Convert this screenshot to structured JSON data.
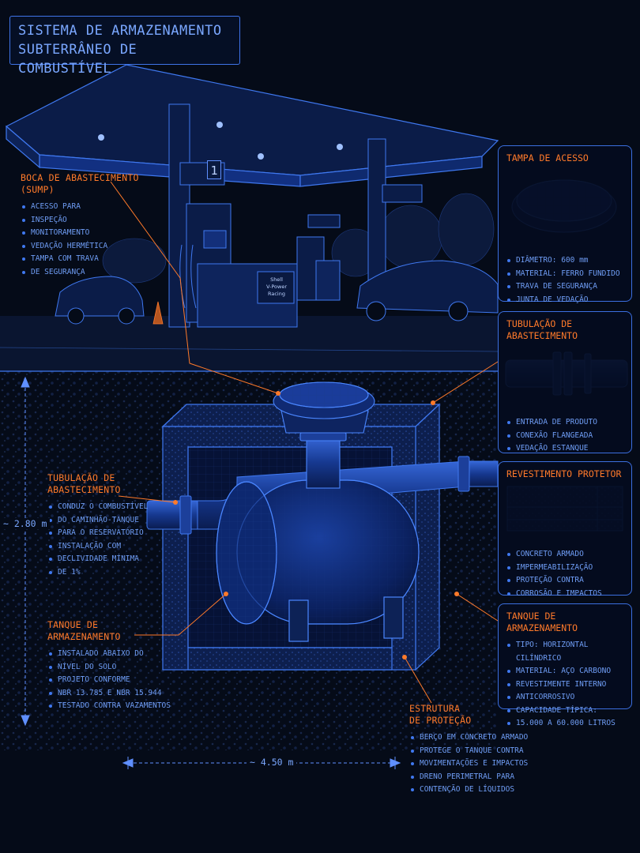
{
  "title": {
    "line1": "SISTEMA DE ARMAZENAMENTO",
    "line2": "SUBTERRÂNEO DE COMBUSTÍVEL"
  },
  "station": {
    "pump_number": "1",
    "brand_lines": [
      "Shell",
      "V-Power",
      "Racing"
    ]
  },
  "callouts": {
    "sump": {
      "heading_line1": "BOCA DE ABASTECIMENTO",
      "heading_line2": "(SUMP)",
      "items": [
        "ACESSO PARA",
        "INSPEÇÃO",
        "MONITORAMENTO",
        "VEDAÇÃO HERMÉTICA",
        "TAMPA COM TRAVA",
        "DE SEGURANÇA"
      ]
    },
    "pipe_left": {
      "heading_line1": "TUBULAÇÃO DE",
      "heading_line2": "ABASTECIMENTO",
      "items": [
        "CONDUZ O COMBUSTÍVEL",
        "DO CAMINHÃO-TANQUE",
        "PARA O RESERVATÓRIO",
        "INSTALAÇÃO COM",
        "DECLIVIDADE MÍNIMA",
        "DE 1%"
      ]
    },
    "tank_left": {
      "heading_line1": "TANQUE DE",
      "heading_line2": "ARMAZENAMENTO",
      "items": [
        "INSTALADO ABAIXO DO",
        "NÍVEL DO SOLO",
        "PROJETO CONFORME",
        "NBR 13.785 E NBR 15.944",
        "TESTADO CONTRA VAZAMENTOS"
      ]
    },
    "structure": {
      "heading_line1": "ESTRUTURA",
      "heading_line2": "DE PROTEÇÃO",
      "items": [
        "BERÇO EM CONCRETO ARMADO",
        "PROTEGE O TANQUE CONTRA",
        "MOVIMENTAÇÕES E IMPACTOS",
        "DRENO PERIMETRAL PARA",
        "CONTENÇÃO DE LÍQUIDOS"
      ]
    }
  },
  "panels": {
    "cover": {
      "heading": "TAMPA DE ACESSO",
      "items": [
        "DIÂMETRO: 600 mm",
        "MATERIAL: FERRO FUNDIDO",
        "TRAVA DE SEGURANÇA",
        "JUNTA DE VEDAÇÃO"
      ]
    },
    "pipe": {
      "heading_line1": "TUBULAÇÃO DE",
      "heading_line2": "ABASTECIMENTO",
      "items": [
        "ENTRADA DE PRODUTO",
        "CONEXÃO FLANGEADA",
        "VEDAÇÃO ESTANQUE"
      ]
    },
    "coating": {
      "heading": "REVESTIMENTO PROTETOR",
      "items": [
        "CONCRETO ARMADO",
        "IMPERMEABILIZAÇÃO",
        "PROTEÇÃO CONTRA",
        "CORROSÃO E IMPACTOS"
      ]
    },
    "tank": {
      "heading": "TANQUE DE ARMAZENAMENTO",
      "items": [
        "TIPO: HORIZONTAL CILÍNDRICO",
        "MATERIAL: AÇO CARBONO",
        "REVESTIMENTE INTERNO",
        "ANTICORROSIVO",
        "CAPACIDADE TÍPICA:",
        "15.000 A 60.000 LITROS"
      ]
    }
  },
  "dimensions": {
    "depth": "~ 2.80 m",
    "width": "~ 4.50 m"
  },
  "colors": {
    "background": "#050b18",
    "blueprint_line": "#3f78f0",
    "highlight": "#ff7a2a"
  }
}
